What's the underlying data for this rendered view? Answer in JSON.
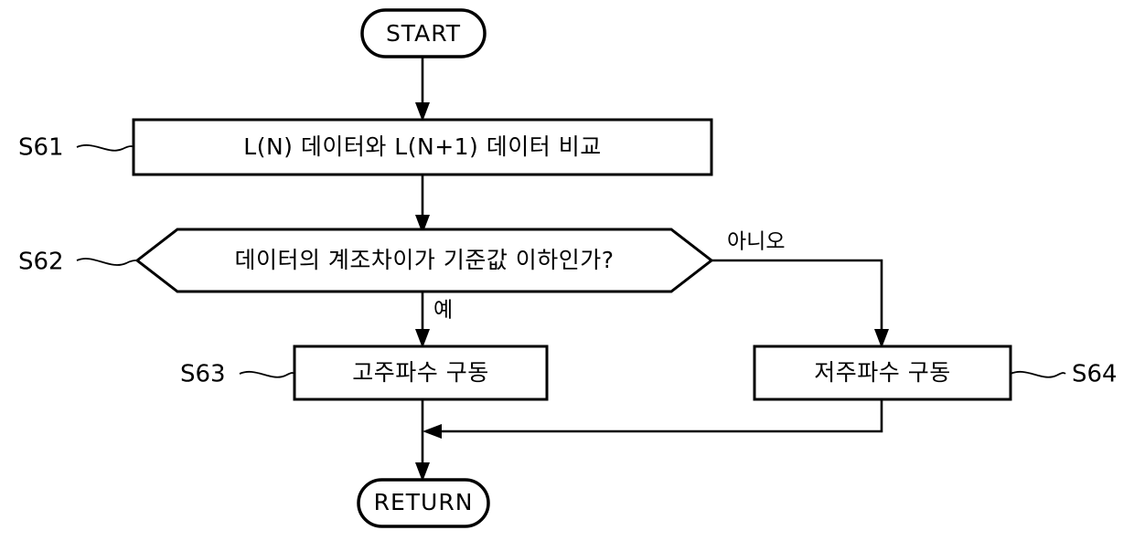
{
  "diagram": {
    "title": "Flowchart",
    "type": "flowchart",
    "background_color": "#ffffff",
    "line_color": "#000000",
    "nodes": {
      "start": {
        "label": "START",
        "shape": "terminator"
      },
      "s61": {
        "label": "L(N) 데이터와 L(N+1) 데이터 비교",
        "shape": "process",
        "step": "S61"
      },
      "s62": {
        "label": "데이터의 계조차이가 기준값 이하인가?",
        "shape": "decision-hexagon",
        "step": "S62"
      },
      "s63": {
        "label": "고주파수 구동",
        "shape": "process",
        "step": "S63"
      },
      "s64": {
        "label": "저주파수 구동",
        "shape": "process",
        "step": "S64"
      },
      "return": {
        "label": "RETURN",
        "shape": "terminator"
      }
    },
    "edge_labels": {
      "yes": "예",
      "no": "아니오"
    },
    "step_labels": {
      "s61": "S61",
      "s62": "S62",
      "s63": "S63",
      "s64": "S64"
    }
  }
}
